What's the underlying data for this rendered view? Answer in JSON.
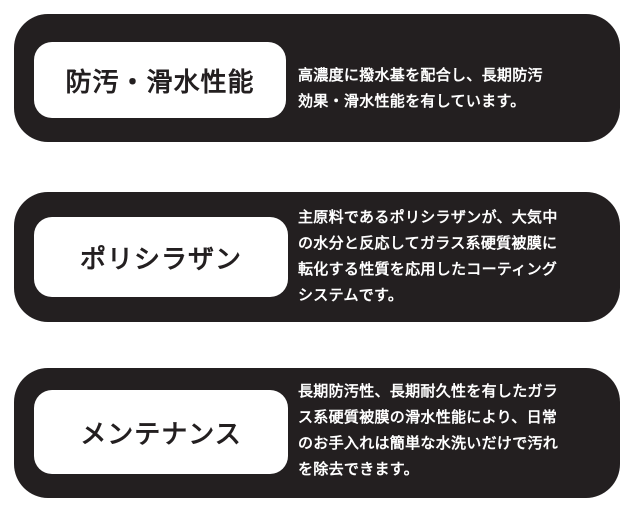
{
  "features": [
    {
      "title": "防汚・滑水性能",
      "description_lines": [
        "高濃度に撥水基を配合し、長期防汚",
        "効果・滑水性能を有しています。"
      ]
    },
    {
      "title": "ポリシラザン",
      "description_lines": [
        "主原料であるポリシラザンが、大気中",
        "の水分と反応してガラス系硬質被膜に",
        "転化する性質を応用したコーティング",
        "システムです。"
      ]
    },
    {
      "title": "メンテナンス",
      "description_lines": [
        "長期防汚性、長期耐久性を有したガラ",
        "ス系硬質被膜の滑水性能により、日常",
        "のお手入れは簡単な水洗いだけで汚れ",
        "を除去できます。"
      ]
    }
  ],
  "colors": {
    "card_background": "#231f20",
    "label_background": "#ffffff",
    "label_text": "#231f20",
    "description_text": "#ffffff"
  }
}
